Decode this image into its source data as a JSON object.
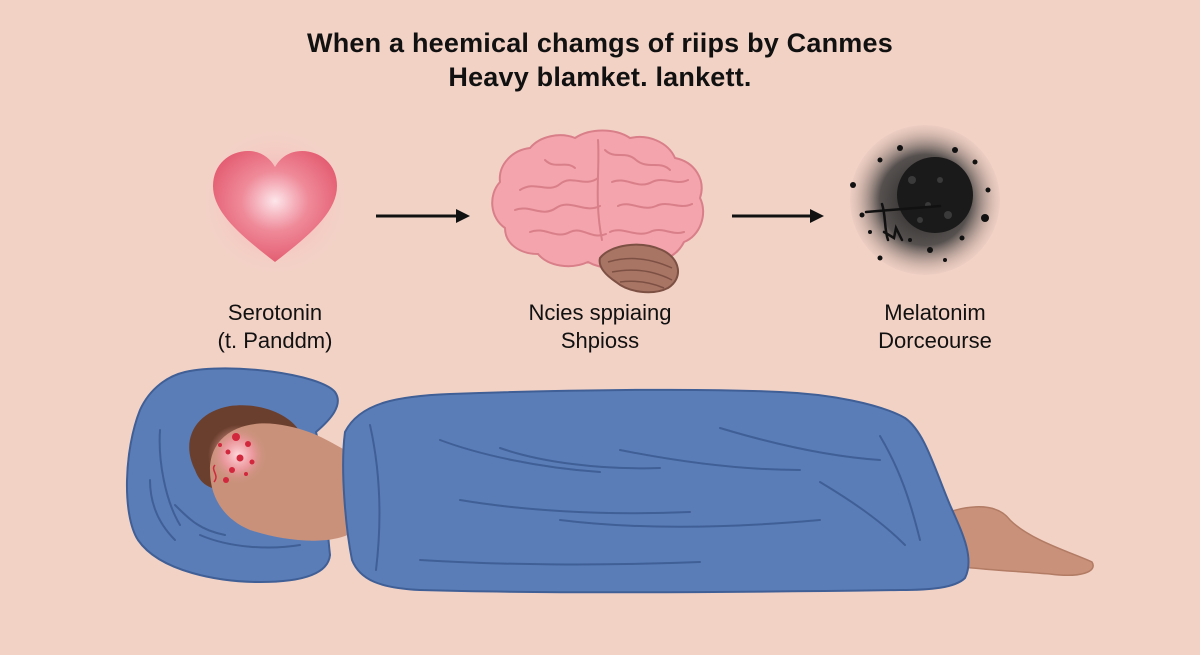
{
  "title": {
    "line1": "When a heemical chamgs of riips by Canmes",
    "line2": "Heavy blamket. lankett."
  },
  "steps": [
    {
      "icon": "heart-icon",
      "line1": "Serotonin",
      "line2": "(t. Panddm)"
    },
    {
      "icon": "brain-icon",
      "line1": "Ncies sppiaing",
      "line2": "Shpioss"
    },
    {
      "icon": "dark-cloud-icon",
      "line1": "Melatonim",
      "line2": "Dorceourse"
    }
  ],
  "colors": {
    "background": "#f3d2c6",
    "heart": "#e85a6e",
    "brain": "#f29fa7",
    "cerebellum": "#a57063",
    "blanket": "#5a7db8",
    "skin": "#c9917a",
    "dark_cloud": "#1a1a1a"
  }
}
